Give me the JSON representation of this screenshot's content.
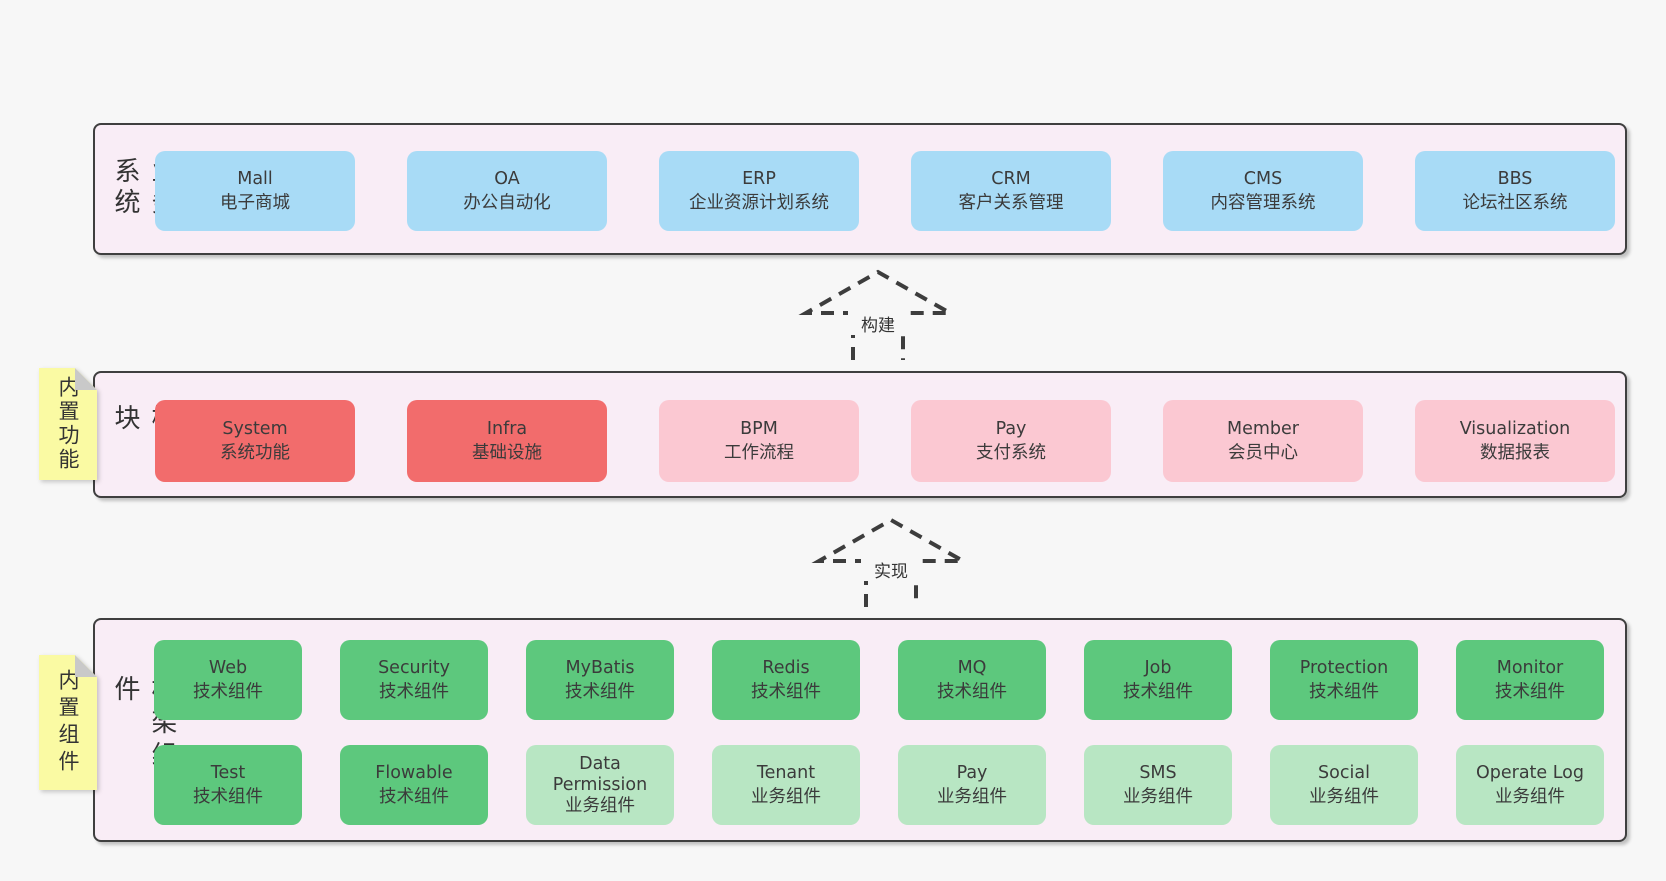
{
  "colors": {
    "pageBg": "#f7f7f7",
    "layerBg": "#f9edf6",
    "layerBorder": "#3f3f3f",
    "blue": "#a8dbf6",
    "red": "#f26c6c",
    "pink": "#fbc8d2",
    "green": "#5dc87d",
    "lightGreen": "#b8e6c3",
    "noteYellow": "#fafaa3",
    "noteFold": "#c9c9c9",
    "text": "#3b3b3b",
    "arrow": "#3d3d3d"
  },
  "layers": {
    "business": {
      "label": "业务系统",
      "boxes": [
        {
          "en": "Mall",
          "zh": "电子商城"
        },
        {
          "en": "OA",
          "zh": "办公自动化"
        },
        {
          "en": "ERP",
          "zh": "企业资源计划系统"
        },
        {
          "en": "CRM",
          "zh": "客户关系管理"
        },
        {
          "en": "CMS",
          "zh": "内容管理系统"
        },
        {
          "en": "BBS",
          "zh": "论坛社区系统"
        }
      ]
    },
    "modules": {
      "label": "通用模块",
      "note": "内置功能",
      "boxes": [
        {
          "en": "System",
          "zh": "系统功能"
        },
        {
          "en": "Infra",
          "zh": "基础设施"
        },
        {
          "en": "BPM",
          "zh": "工作流程"
        },
        {
          "en": "Pay",
          "zh": "支付系统"
        },
        {
          "en": "Member",
          "zh": "会员中心"
        },
        {
          "en": "Visualization",
          "zh": "数据报表"
        }
      ]
    },
    "components": {
      "label": "框架组件",
      "note": "内置组件",
      "rows": [
        [
          {
            "en": "Web",
            "zh": "技术组件"
          },
          {
            "en": "Security",
            "zh": "技术组件"
          },
          {
            "en": "MyBatis",
            "zh": "技术组件"
          },
          {
            "en": "Redis",
            "zh": "技术组件"
          },
          {
            "en": "MQ",
            "zh": "技术组件"
          },
          {
            "en": "Job",
            "zh": "技术组件"
          },
          {
            "en": "Protection",
            "zh": "技术组件"
          },
          {
            "en": "Monitor",
            "zh": "技术组件"
          }
        ],
        [
          {
            "en": "Test",
            "zh": "技术组件"
          },
          {
            "en": "Flowable",
            "zh": "技术组件"
          },
          {
            "en": "Data Permission",
            "zh": "业务组件"
          },
          {
            "en": "Tenant",
            "zh": "业务组件"
          },
          {
            "en": "Pay",
            "zh": "业务组件"
          },
          {
            "en": "SMS",
            "zh": "业务组件"
          },
          {
            "en": "Social",
            "zh": "业务组件"
          },
          {
            "en": "Operate Log",
            "zh": "业务组件"
          }
        ]
      ]
    }
  },
  "arrows": [
    {
      "label": "构建"
    },
    {
      "label": "实现"
    }
  ]
}
